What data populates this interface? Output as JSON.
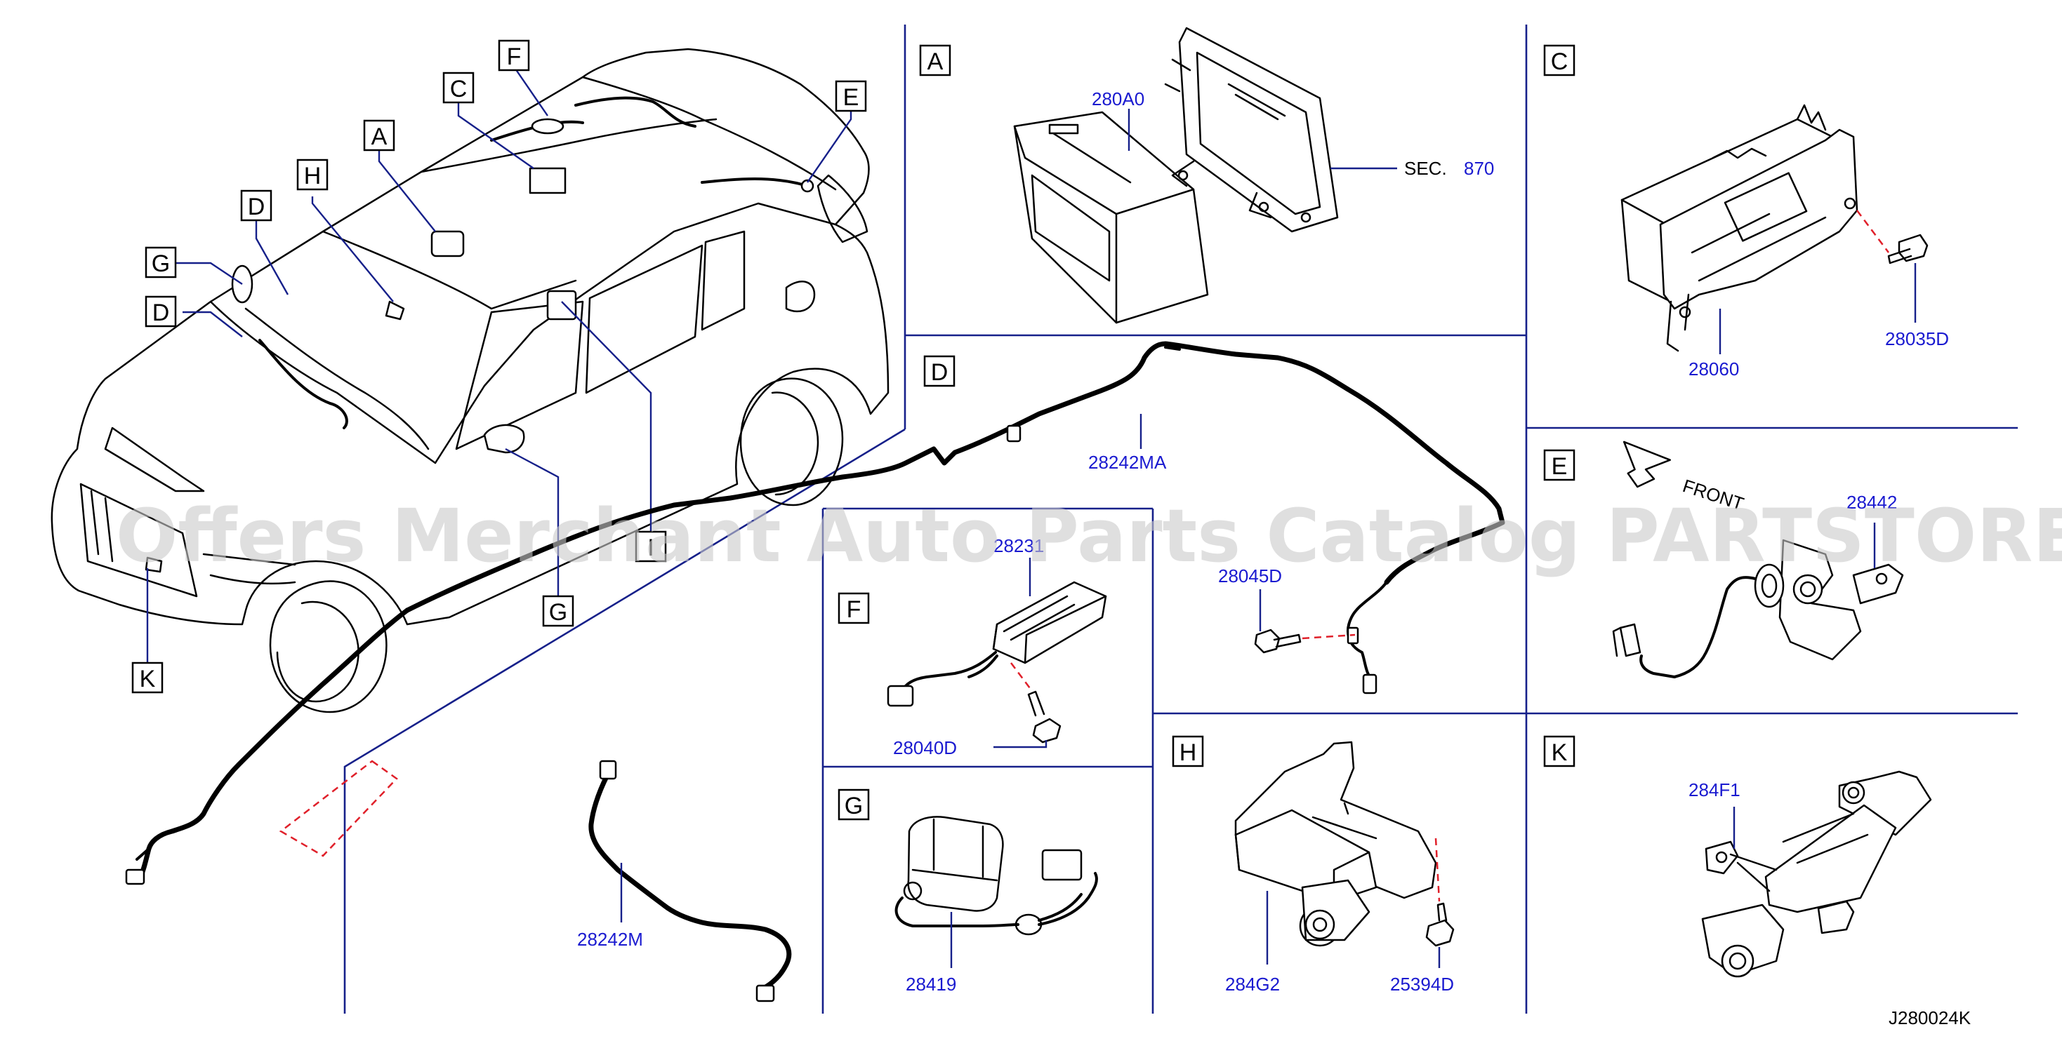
{
  "sections": {
    "A": "A",
    "B": "C",
    "C": "D",
    "D": "E",
    "E": "F",
    "F": "G",
    "G": "H",
    "H": "K"
  },
  "car_callouts": {
    "A": "A",
    "C": "C",
    "D1": "D",
    "D2": "D",
    "E": "E",
    "F": "F",
    "G1": "G",
    "G2": "G",
    "H": "H",
    "I": "I",
    "K": "K"
  },
  "parts": {
    "p280A0": "280A0",
    "sec_label": "SEC.",
    "sec_num": "870",
    "p28060": "28060",
    "p28035D": "28035D",
    "p28242MA": "28242MA",
    "p28045D": "28045D",
    "p28242M": "28242M",
    "p28231": "28231",
    "p28040D": "28040D",
    "p28419": "28419",
    "p284G2": "284G2",
    "p25394D": "25394D",
    "p28442": "28442",
    "front": "FRONT",
    "p284F1": "284F1"
  },
  "diagram_code": "J280024K",
  "watermark": "Offers Merchant Auto Parts Catalog PARTSTORE.SA",
  "colors": {
    "frame": "#16208a",
    "part_number": "#1a1ad0",
    "dashed": "#e0202a",
    "watermark": "#c9c9c9"
  }
}
